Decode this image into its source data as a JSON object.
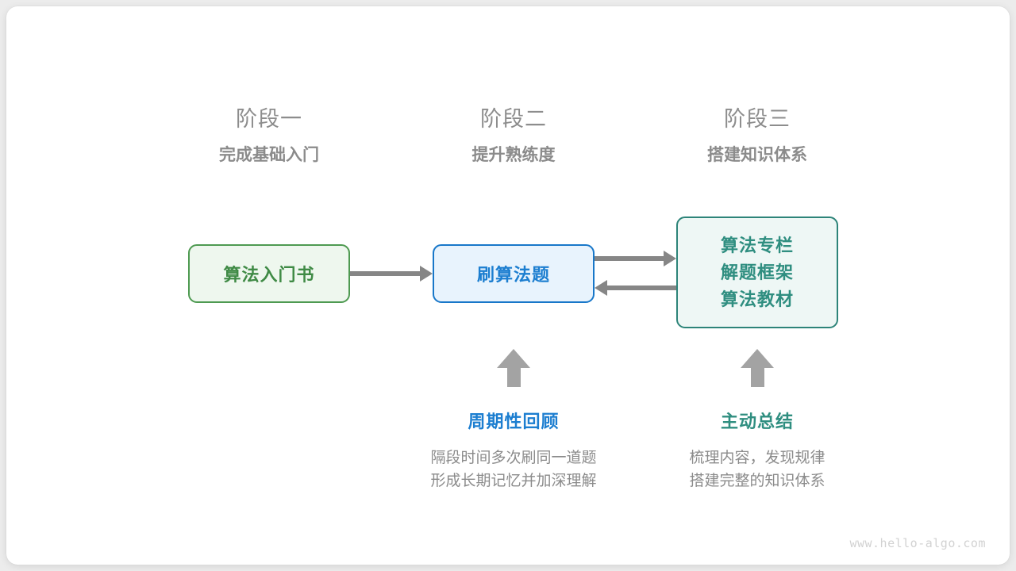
{
  "diagram": {
    "stages": [
      {
        "title": "阶段一",
        "subtitle": "完成基础入门"
      },
      {
        "title": "阶段二",
        "subtitle": "提升熟练度"
      },
      {
        "title": "阶段三",
        "subtitle": "搭建知识体系"
      }
    ],
    "nodes": {
      "book": {
        "label": "算法入门书",
        "color": "#3f8a45",
        "border": "#4e9a51",
        "fill": "#eef7ee"
      },
      "practice": {
        "label": "刷算法题",
        "color": "#1c7ed0",
        "border": "#1877c9",
        "fill": "#e8f3fd"
      },
      "resources": {
        "lines": [
          "算法专栏",
          "解题框架",
          "算法教材"
        ],
        "color": "#2f8e80",
        "border": "#2d8479",
        "fill": "#eef7f5"
      }
    },
    "arrows": {
      "color": "#868686",
      "book_to_practice": "right",
      "practice_to_resources": "right",
      "resources_to_practice": "left"
    },
    "habits": [
      {
        "title": "周期性回顾",
        "color": "#1c7ed0",
        "desc_lines": [
          "隔段时间多次刷同一道题",
          "形成长期记忆并加深理解"
        ]
      },
      {
        "title": "主动总结",
        "color": "#2f8e80",
        "desc_lines": [
          "梳理内容，发现规律",
          "搭建完整的知识体系"
        ]
      }
    ],
    "watermark": "www.hello-algo.com"
  }
}
